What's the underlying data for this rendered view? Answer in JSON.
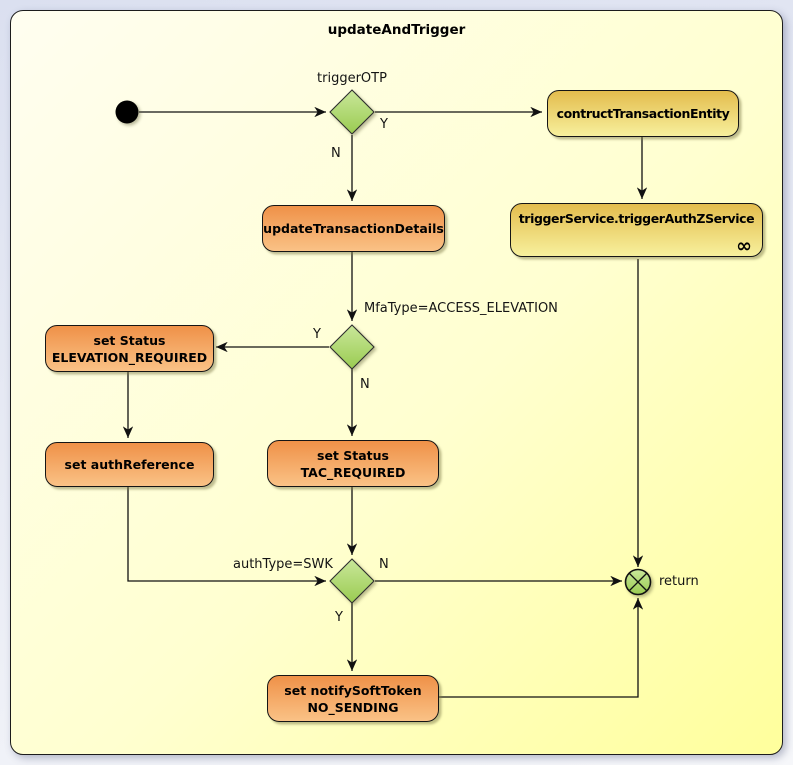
{
  "diagram": {
    "title": "updateAndTrigger",
    "nodes": {
      "construct_entity": {
        "label": "contructTransactionEntity"
      },
      "trigger_service": {
        "label": "triggerService.triggerAuthZService",
        "icon": "∞"
      },
      "update_details": {
        "label": "updateTransactionDetails"
      },
      "status_elevation": {
        "line1": "set Status",
        "line2": "ELEVATION_REQUIRED"
      },
      "auth_reference": {
        "label": "set authReference"
      },
      "status_tac": {
        "line1": "set Status",
        "line2": "TAC_REQUIRED"
      },
      "notify_soft_token": {
        "line1": "set notifySoftToken",
        "line2": "NO_SENDING"
      }
    },
    "edge_labels": {
      "trigger_otp": "triggerOTP",
      "mfa_type": "MfaType=ACCESS_ELEVATION",
      "auth_type": "authType=SWK",
      "yes": "Y",
      "no": "N",
      "return": "return"
    },
    "colors": {
      "action_top": "#EF9148",
      "action_bottom": "#FAC286",
      "call_top": "#E3BC4D",
      "call_bottom": "#F7F09D",
      "decision_top": "#C9E79A",
      "decision_bottom": "#9ACB51",
      "frame_top": "#FFFEF0",
      "frame_bottom": "#FFFF9C",
      "edge": "#111111"
    }
  }
}
